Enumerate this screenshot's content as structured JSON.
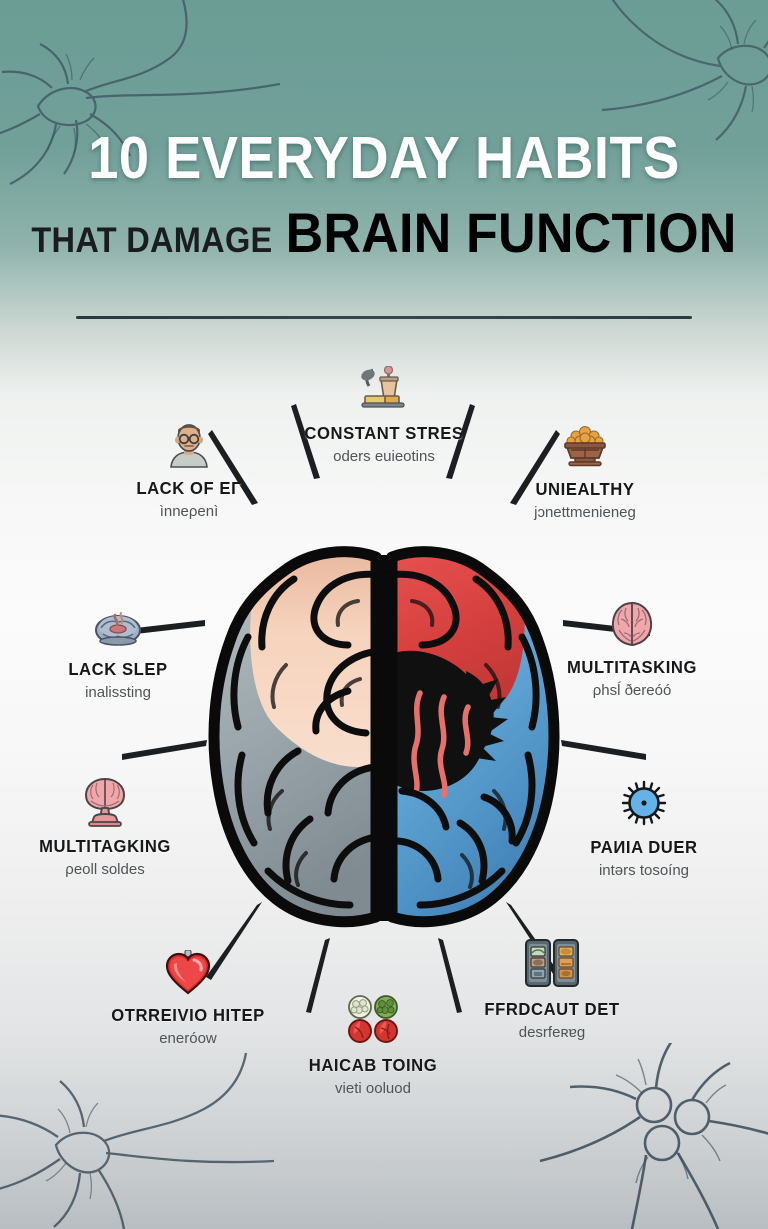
{
  "poster": {
    "title_line1": "10 EVERYDAY HABITS",
    "title_line2_small": "THAT DAMAGE",
    "title_line2_big": "BRAIN FUNCTION",
    "background_top_color": "#6b9d95",
    "background_bottom_color": "#b9bec2",
    "accent_rule_color": "#2c3c40"
  },
  "center_graphic": {
    "name": "split-brain-illustration",
    "left_hemisphere_colors": [
      "#f3c9b1",
      "#f7d9c6",
      "#8f9ca1",
      "#aeb8bc"
    ],
    "right_hemisphere_colors": [
      "#e0484a",
      "#d9534f",
      "#4a90c8",
      "#6fb0dc"
    ],
    "damage_zone_color": "#121212"
  },
  "habits": [
    {
      "id": "constant-stress",
      "icon": "coffee-cup-icon",
      "title": "CONSTANT STRES",
      "subtitle": "oders euieotins",
      "position": "p-top-c"
    },
    {
      "id": "lack-of-exercise",
      "icon": "person-head-icon",
      "title": "LACK OF EΓ",
      "subtitle": "ìnneρenì",
      "position": "p-top-l"
    },
    {
      "id": "unhealthy-eating",
      "icon": "snack-bowl-icon",
      "title": "UNIEALTHY",
      "subtitle": "jɔnettmenieneg",
      "position": "p-top-r"
    },
    {
      "id": "lack-of-sleep",
      "icon": "sleeping-brain-icon",
      "title": "LACK SLEP",
      "subtitle": "inalissting",
      "position": "p-mid-l"
    },
    {
      "id": "multitasking-right",
      "icon": "pink-brain-icon",
      "title": "MULTITASKING",
      "subtitle": "ρhsĺ ðereóó",
      "position": "p-mid-r"
    },
    {
      "id": "multitasking-left",
      "icon": "brain-tree-icon",
      "title": "MULTITAGKING",
      "subtitle": "ρeoll soldes",
      "position": "p-low-l"
    },
    {
      "id": "panic-disorder",
      "icon": "virus-circle-icon",
      "title": "PAИIA DUER",
      "subtitle": "intərs tosoíng",
      "position": "p-low-r"
    },
    {
      "id": "overeating-habit",
      "icon": "red-heart-icon",
      "title": "OTRREIVIO HITEP",
      "subtitle": "eneróow",
      "position": "p-bot-l"
    },
    {
      "id": "bad-food-timing",
      "icon": "vegetables-icon",
      "title": "HAICAB TOING",
      "subtitle": "vieti ooluod",
      "position": "p-bot-c"
    },
    {
      "id": "processed-diet",
      "icon": "vending-phones-icon",
      "title": "FFRDCAUT DET",
      "subtitle": "desrfeʀɐg",
      "position": "p-bot-r"
    }
  ]
}
